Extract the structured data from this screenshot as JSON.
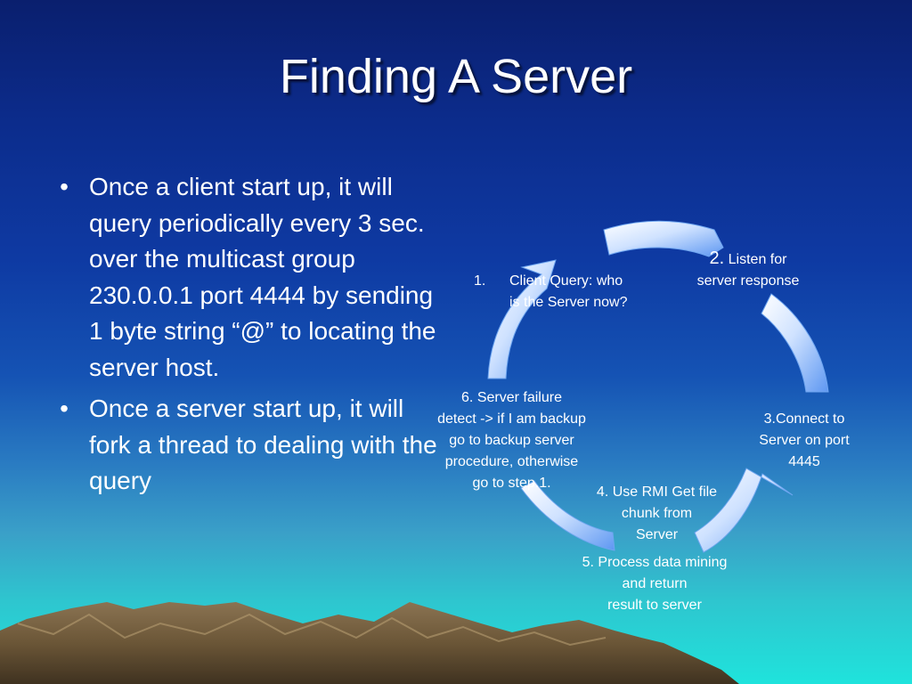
{
  "slide": {
    "title": "Finding A Server",
    "bullets": [
      {
        "marker": "•",
        "text": "Once a client start up, it will query periodically every 3 sec. over the multicast group 230.0.0.1 port 4444 by sending 1 byte string “@” to locating the server host."
      },
      {
        "marker": "•",
        "text": "Once a server start up, it will fork a thread to dealing with the query"
      }
    ]
  },
  "diagram": {
    "step1_number": "1.",
    "step1_text": "Client Query: who\nis the Server now?",
    "step2_number": "2.",
    "step2_text": " Listen for\nserver response",
    "step3": "3.Connect to\nServer on port\n4445",
    "step4": "4. Use RMI Get file\nchunk from\nServer",
    "step5": "5. Process data mining\nand return\nresult to server",
    "step6": "6. Server failure\ndetect -> if I am backup\ngo to backup server\nprocedure, otherwise\ngo to step.1."
  }
}
